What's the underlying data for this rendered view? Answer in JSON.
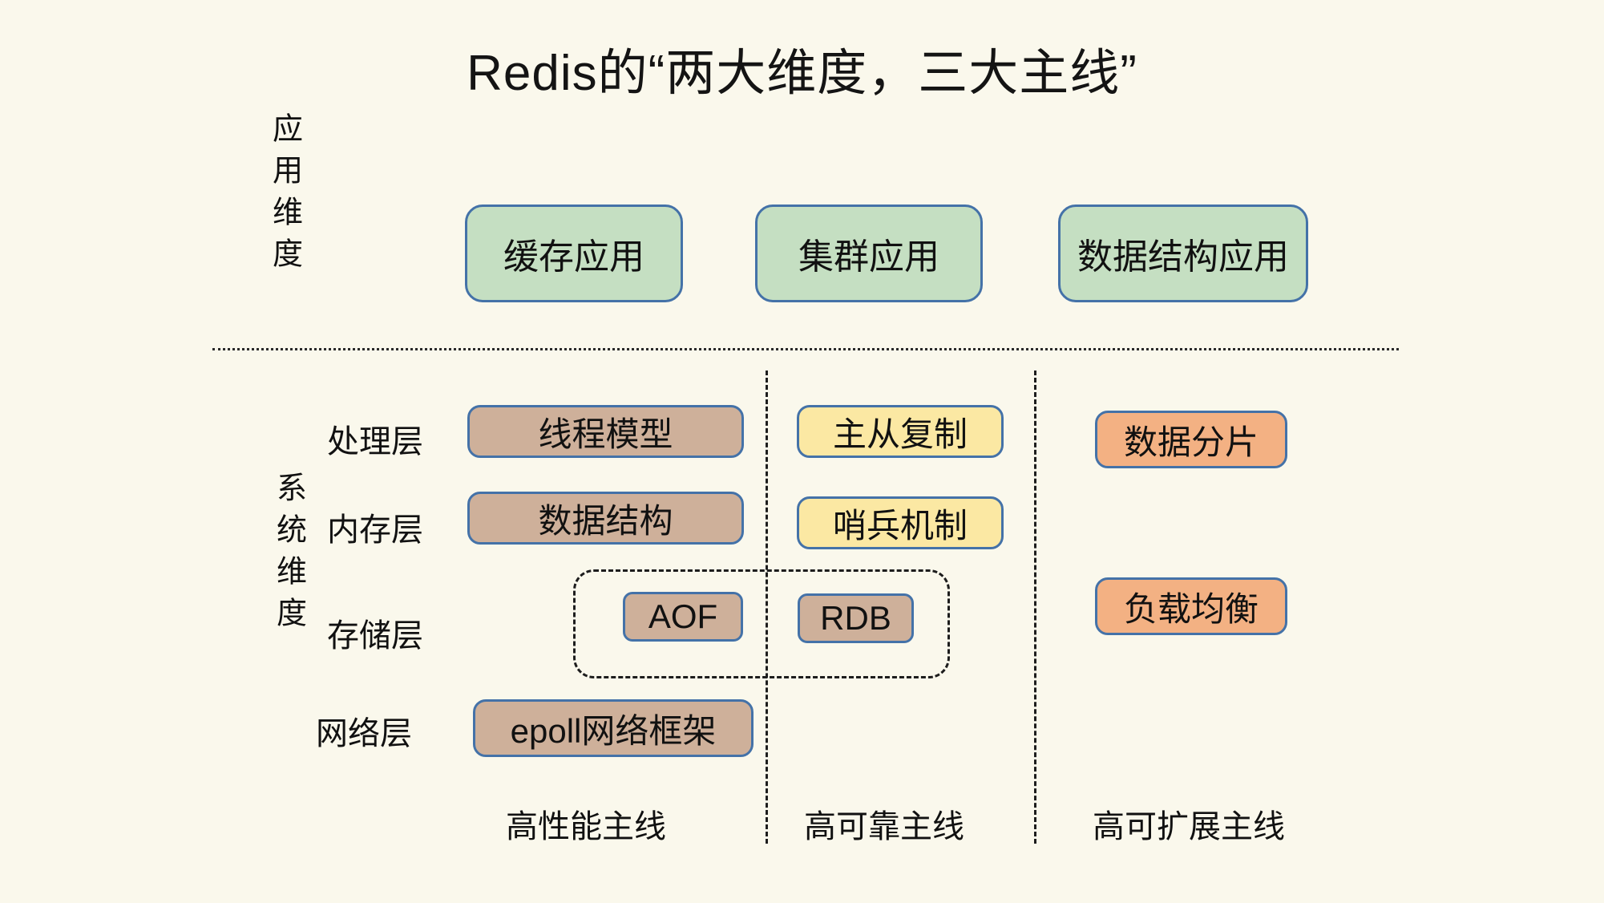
{
  "page": {
    "title": "Redis的“两大维度，三大主线”",
    "background_color": "#faf8ec"
  },
  "dimensions": {
    "application": {
      "label": "应用维度"
    },
    "system": {
      "label": "系统维度"
    }
  },
  "application_row": {
    "boxes": [
      {
        "label": "缓存应用",
        "color": "#c5dfc2"
      },
      {
        "label": "集群应用",
        "color": "#c5dfc2"
      },
      {
        "label": "数据结构应用",
        "color": "#c5dfc2"
      }
    ]
  },
  "layer_labels": [
    {
      "label": "处理层"
    },
    {
      "label": "内存层"
    },
    {
      "label": "存储层"
    },
    {
      "label": "网络层"
    }
  ],
  "system_rows": {
    "processing": {
      "performance": {
        "label": "线程模型",
        "color": "#ceb09a"
      },
      "reliability": {
        "label": "主从复制",
        "color": "#fbe8a3"
      },
      "scalability": {
        "label": "数据分片",
        "color": "#f3b183"
      }
    },
    "memory": {
      "performance": {
        "label": "数据结构",
        "color": "#ceb09a"
      },
      "reliability": {
        "label": "哨兵机制",
        "color": "#fbe8a3"
      }
    },
    "storage": {
      "performance": {
        "label": "AOF",
        "color": "#ceb09a"
      },
      "reliability": {
        "label": "RDB",
        "color": "#ceb09a"
      },
      "scalability": {
        "label": "负载均衡",
        "color": "#f3b183"
      }
    },
    "network": {
      "performance": {
        "label": "epoll网络框架",
        "color": "#ceb09a"
      }
    }
  },
  "mainlines": [
    {
      "label": "高性能主线"
    },
    {
      "label": "高可靠主线"
    },
    {
      "label": "高可扩展主线"
    }
  ],
  "colors": {
    "box_border": "#4472a8",
    "separator": "#1d1d1d",
    "green": "#c5dfc2",
    "brown": "#ceb09a",
    "yellow": "#fbe8a3",
    "orange": "#f3b183"
  }
}
